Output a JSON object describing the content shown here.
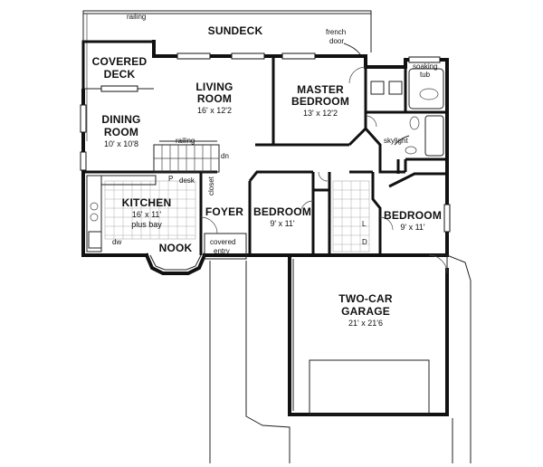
{
  "rooms": {
    "sundeck": {
      "name": "SUNDECK"
    },
    "covered_deck": {
      "name_line1": "COVERED",
      "name_line2": "DECK"
    },
    "living": {
      "name_line1": "LIVING",
      "name_line2": "ROOM",
      "dims": "16' x 12'2"
    },
    "master": {
      "name_line1": "MASTER",
      "name_line2": "BEDROOM",
      "dims": "13' x 12'2"
    },
    "dining": {
      "name_line1": "DINING",
      "name_line2": "ROOM",
      "dims": "10' x 10'8"
    },
    "kitchen": {
      "name": "KITCHEN",
      "dims": "16' x 11'",
      "extra": "plus bay"
    },
    "nook": {
      "name": "NOOK"
    },
    "foyer": {
      "name": "FOYER"
    },
    "bedroom_mid": {
      "name": "BEDROOM",
      "dims": "9' x 11'"
    },
    "bedroom_right": {
      "name": "BEDROOM",
      "dims": "9' x 11'"
    },
    "garage": {
      "name_line1": "TWO-CAR",
      "name_line2": "GARAGE",
      "dims": "21' x 21'6"
    }
  },
  "notes": {
    "railing_top": "railing",
    "railing_stair": "railing",
    "french_door_line1": "french",
    "french_door_line2": "door",
    "soaking_tub_line1": "soaking",
    "soaking_tub_line2": "tub",
    "skylight": "skylight",
    "covered_entry_line1": "covered",
    "covered_entry_line2": "entry",
    "desk": "desk",
    "dn": "dn",
    "closet": "closet",
    "dw": "dw",
    "p": "P",
    "l": "L",
    "d": "D"
  }
}
